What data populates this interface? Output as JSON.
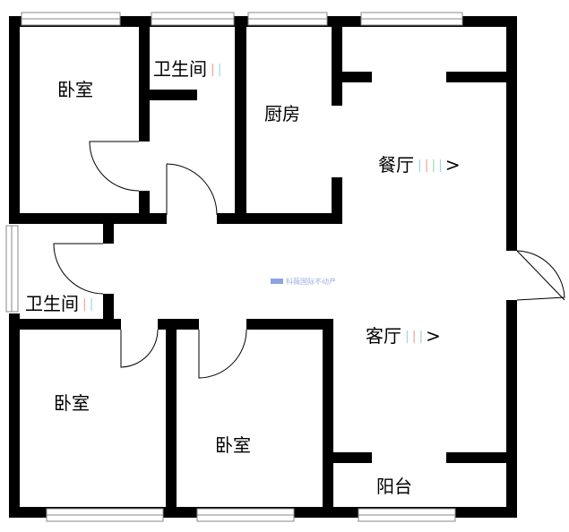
{
  "rooms": {
    "bedroom_top_left": "卧室",
    "bathroom_top": "卫生间",
    "kitchen": "厨房",
    "dining": "餐厅",
    "bathroom_left": "卫生间",
    "living": "客厅",
    "bedroom_bottom_left": "卧室",
    "bedroom_bottom_mid": "卧室",
    "balcony": "阳台"
  },
  "arrow": ">",
  "watermark": "科薇国际不动产",
  "colors": {
    "wall": "#000000",
    "window_line": "#888888"
  }
}
